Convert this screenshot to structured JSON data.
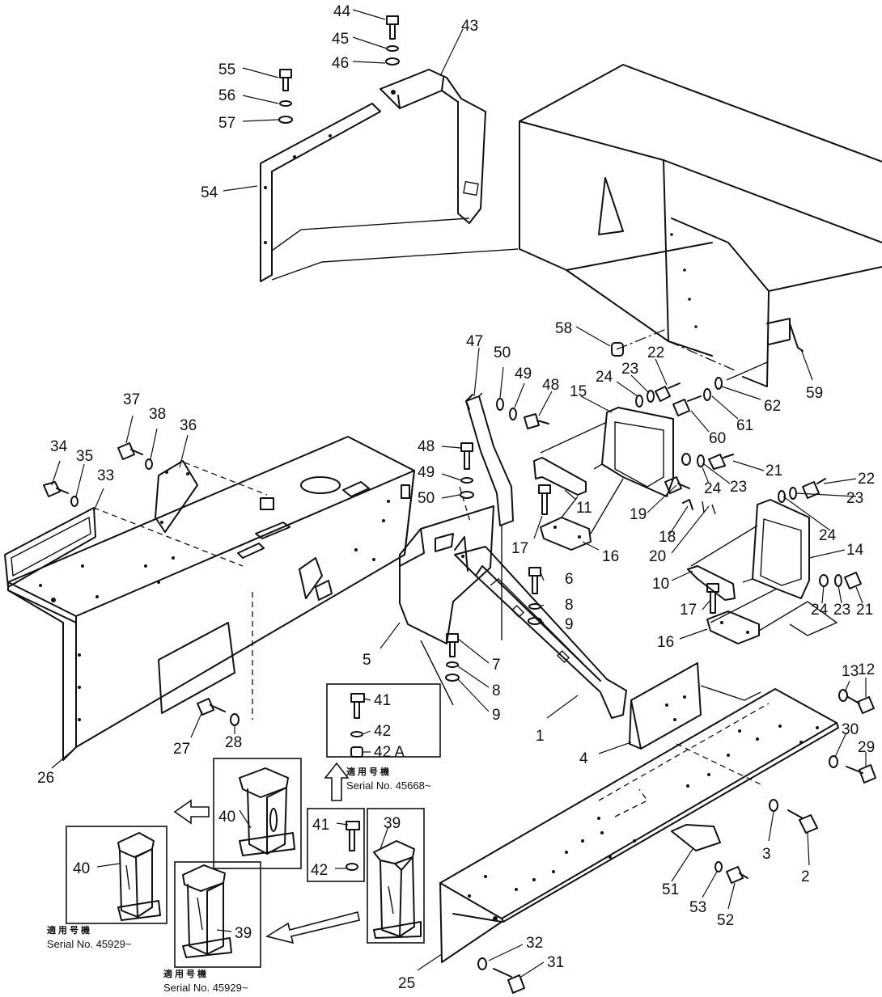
{
  "callouts": [
    {
      "id": "44",
      "label": "44"
    },
    {
      "id": "45",
      "label": "45"
    },
    {
      "id": "46",
      "label": "46"
    },
    {
      "id": "43",
      "label": "43"
    },
    {
      "id": "55",
      "label": "55"
    },
    {
      "id": "56",
      "label": "56"
    },
    {
      "id": "57",
      "label": "57"
    },
    {
      "id": "54",
      "label": "54"
    },
    {
      "id": "58",
      "label": "58"
    },
    {
      "id": "59",
      "label": "59"
    },
    {
      "id": "62",
      "label": "62"
    },
    {
      "id": "61",
      "label": "61"
    },
    {
      "id": "60",
      "label": "60"
    },
    {
      "id": "22a",
      "label": "22"
    },
    {
      "id": "23a",
      "label": "23"
    },
    {
      "id": "24a",
      "label": "24"
    },
    {
      "id": "47",
      "label": "47"
    },
    {
      "id": "50a",
      "label": "50"
    },
    {
      "id": "49a",
      "label": "49"
    },
    {
      "id": "48a",
      "label": "48"
    },
    {
      "id": "15",
      "label": "15"
    },
    {
      "id": "48b",
      "label": "48"
    },
    {
      "id": "49b",
      "label": "49"
    },
    {
      "id": "50b",
      "label": "50"
    },
    {
      "id": "11",
      "label": "11"
    },
    {
      "id": "17a",
      "label": "17"
    },
    {
      "id": "16a",
      "label": "16"
    },
    {
      "id": "21a",
      "label": "21"
    },
    {
      "id": "24b",
      "label": "24"
    },
    {
      "id": "23b",
      "label": "23"
    },
    {
      "id": "19",
      "label": "19"
    },
    {
      "id": "18",
      "label": "18"
    },
    {
      "id": "20",
      "label": "20"
    },
    {
      "id": "22b",
      "label": "22"
    },
    {
      "id": "23c",
      "label": "23"
    },
    {
      "id": "24c",
      "label": "24"
    },
    {
      "id": "14",
      "label": "14"
    },
    {
      "id": "10",
      "label": "10"
    },
    {
      "id": "24d",
      "label": "24"
    },
    {
      "id": "23d",
      "label": "23"
    },
    {
      "id": "21b",
      "label": "21"
    },
    {
      "id": "17b",
      "label": "17"
    },
    {
      "id": "16b",
      "label": "16"
    },
    {
      "id": "37",
      "label": "37"
    },
    {
      "id": "38",
      "label": "38"
    },
    {
      "id": "36",
      "label": "36"
    },
    {
      "id": "34",
      "label": "34"
    },
    {
      "id": "35",
      "label": "35"
    },
    {
      "id": "33",
      "label": "33"
    },
    {
      "id": "6",
      "label": "6"
    },
    {
      "id": "8a",
      "label": "8"
    },
    {
      "id": "9a",
      "label": "9"
    },
    {
      "id": "5",
      "label": "5"
    },
    {
      "id": "7",
      "label": "7"
    },
    {
      "id": "8b",
      "label": "8"
    },
    {
      "id": "9b",
      "label": "9"
    },
    {
      "id": "41a",
      "label": "41"
    },
    {
      "id": "42a",
      "label": "42"
    },
    {
      "id": "42A",
      "label": "42 A"
    },
    {
      "id": "1",
      "label": "1"
    },
    {
      "id": "4",
      "label": "4"
    },
    {
      "id": "13",
      "label": "13"
    },
    {
      "id": "12",
      "label": "12"
    },
    {
      "id": "30",
      "label": "30"
    },
    {
      "id": "29",
      "label": "29"
    },
    {
      "id": "27",
      "label": "27"
    },
    {
      "id": "28",
      "label": "28"
    },
    {
      "id": "26",
      "label": "26"
    },
    {
      "id": "40a",
      "label": "40"
    },
    {
      "id": "41b",
      "label": "41"
    },
    {
      "id": "39a",
      "label": "39"
    },
    {
      "id": "42b",
      "label": "42"
    },
    {
      "id": "40b",
      "label": "40"
    },
    {
      "id": "39b",
      "label": "39"
    },
    {
      "id": "3",
      "label": "3"
    },
    {
      "id": "2",
      "label": "2"
    },
    {
      "id": "51",
      "label": "51"
    },
    {
      "id": "53",
      "label": "53"
    },
    {
      "id": "52",
      "label": "52"
    },
    {
      "id": "32",
      "label": "32"
    },
    {
      "id": "31",
      "label": "31"
    },
    {
      "id": "25",
      "label": "25"
    }
  ],
  "serial_notes": [
    {
      "id": "serial-45668",
      "japanese": "適用号機",
      "serial": "Serial No. 45668~"
    },
    {
      "id": "serial-45929-left",
      "japanese": "適用号機",
      "serial": "Serial No. 45929~"
    },
    {
      "id": "serial-45929-center",
      "japanese": "適用号機",
      "serial": "Serial No. 45929~"
    }
  ]
}
